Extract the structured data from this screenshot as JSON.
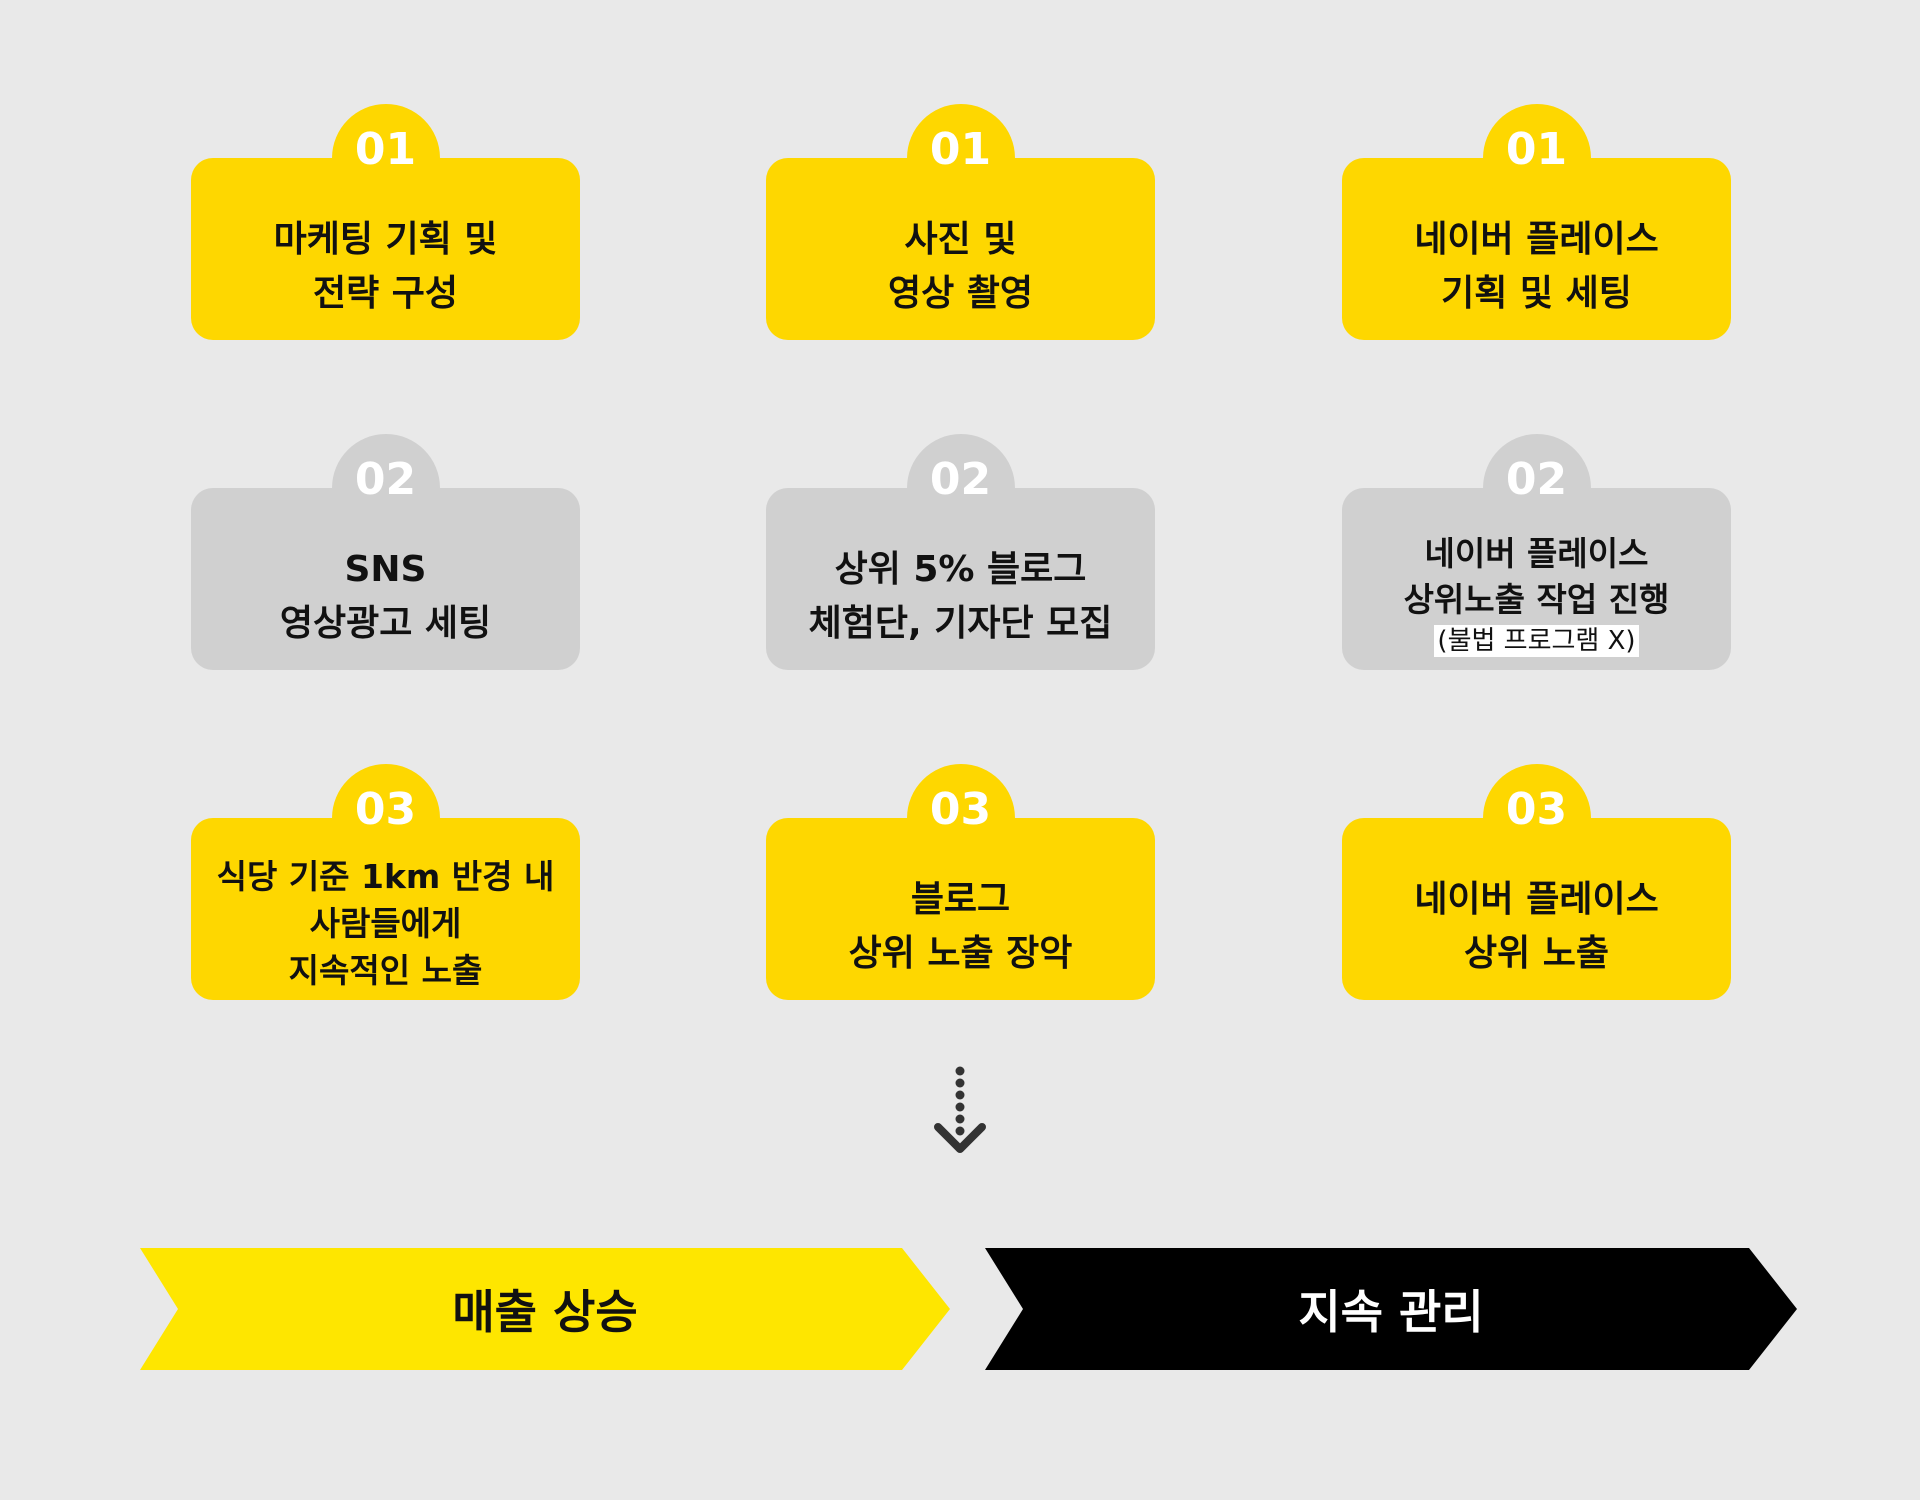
{
  "cards": [
    {
      "step": "01",
      "lines": [
        "마케팅 기획 및",
        "전략 구성"
      ]
    },
    {
      "step": "01",
      "lines": [
        "사진 및",
        "영상 촬영"
      ]
    },
    {
      "step": "01",
      "lines": [
        "네이버 플레이스",
        "기획 및 세팅"
      ]
    },
    {
      "step": "02",
      "lines": [
        "SNS",
        "영상광고 세팅"
      ]
    },
    {
      "step": "02",
      "lines": [
        "상위 5% 블로그",
        "체험단, 기자단 모집"
      ]
    },
    {
      "step": "02",
      "lines": [
        "네이버 플레이스",
        "상위노출 작업 진행"
      ],
      "note": "(불법 프로그램 X)"
    },
    {
      "step": "03",
      "lines": [
        "식당 기준 1km 반경 내",
        "사람들에게",
        "지속적인 노출"
      ]
    },
    {
      "step": "03",
      "lines": [
        "블로그",
        "상위 노출 장악"
      ]
    },
    {
      "step": "03",
      "lines": [
        "네이버 플레이스",
        "상위 노출"
      ]
    }
  ],
  "banners": {
    "left": {
      "label": "매출 상승",
      "fill": "#fee600",
      "text_color": "#111111"
    },
    "right": {
      "label": "지속 관리",
      "fill": "#000000",
      "text_color": "#ffffff"
    }
  },
  "colors": {
    "background": "#e9e9e9",
    "card_yellow": "#fed700",
    "card_gray": "#d0d0d0",
    "badge_text": "#ffffff",
    "arrow": "#333333"
  },
  "icons": {
    "flow_arrow": "dotted-down-arrow-icon"
  }
}
